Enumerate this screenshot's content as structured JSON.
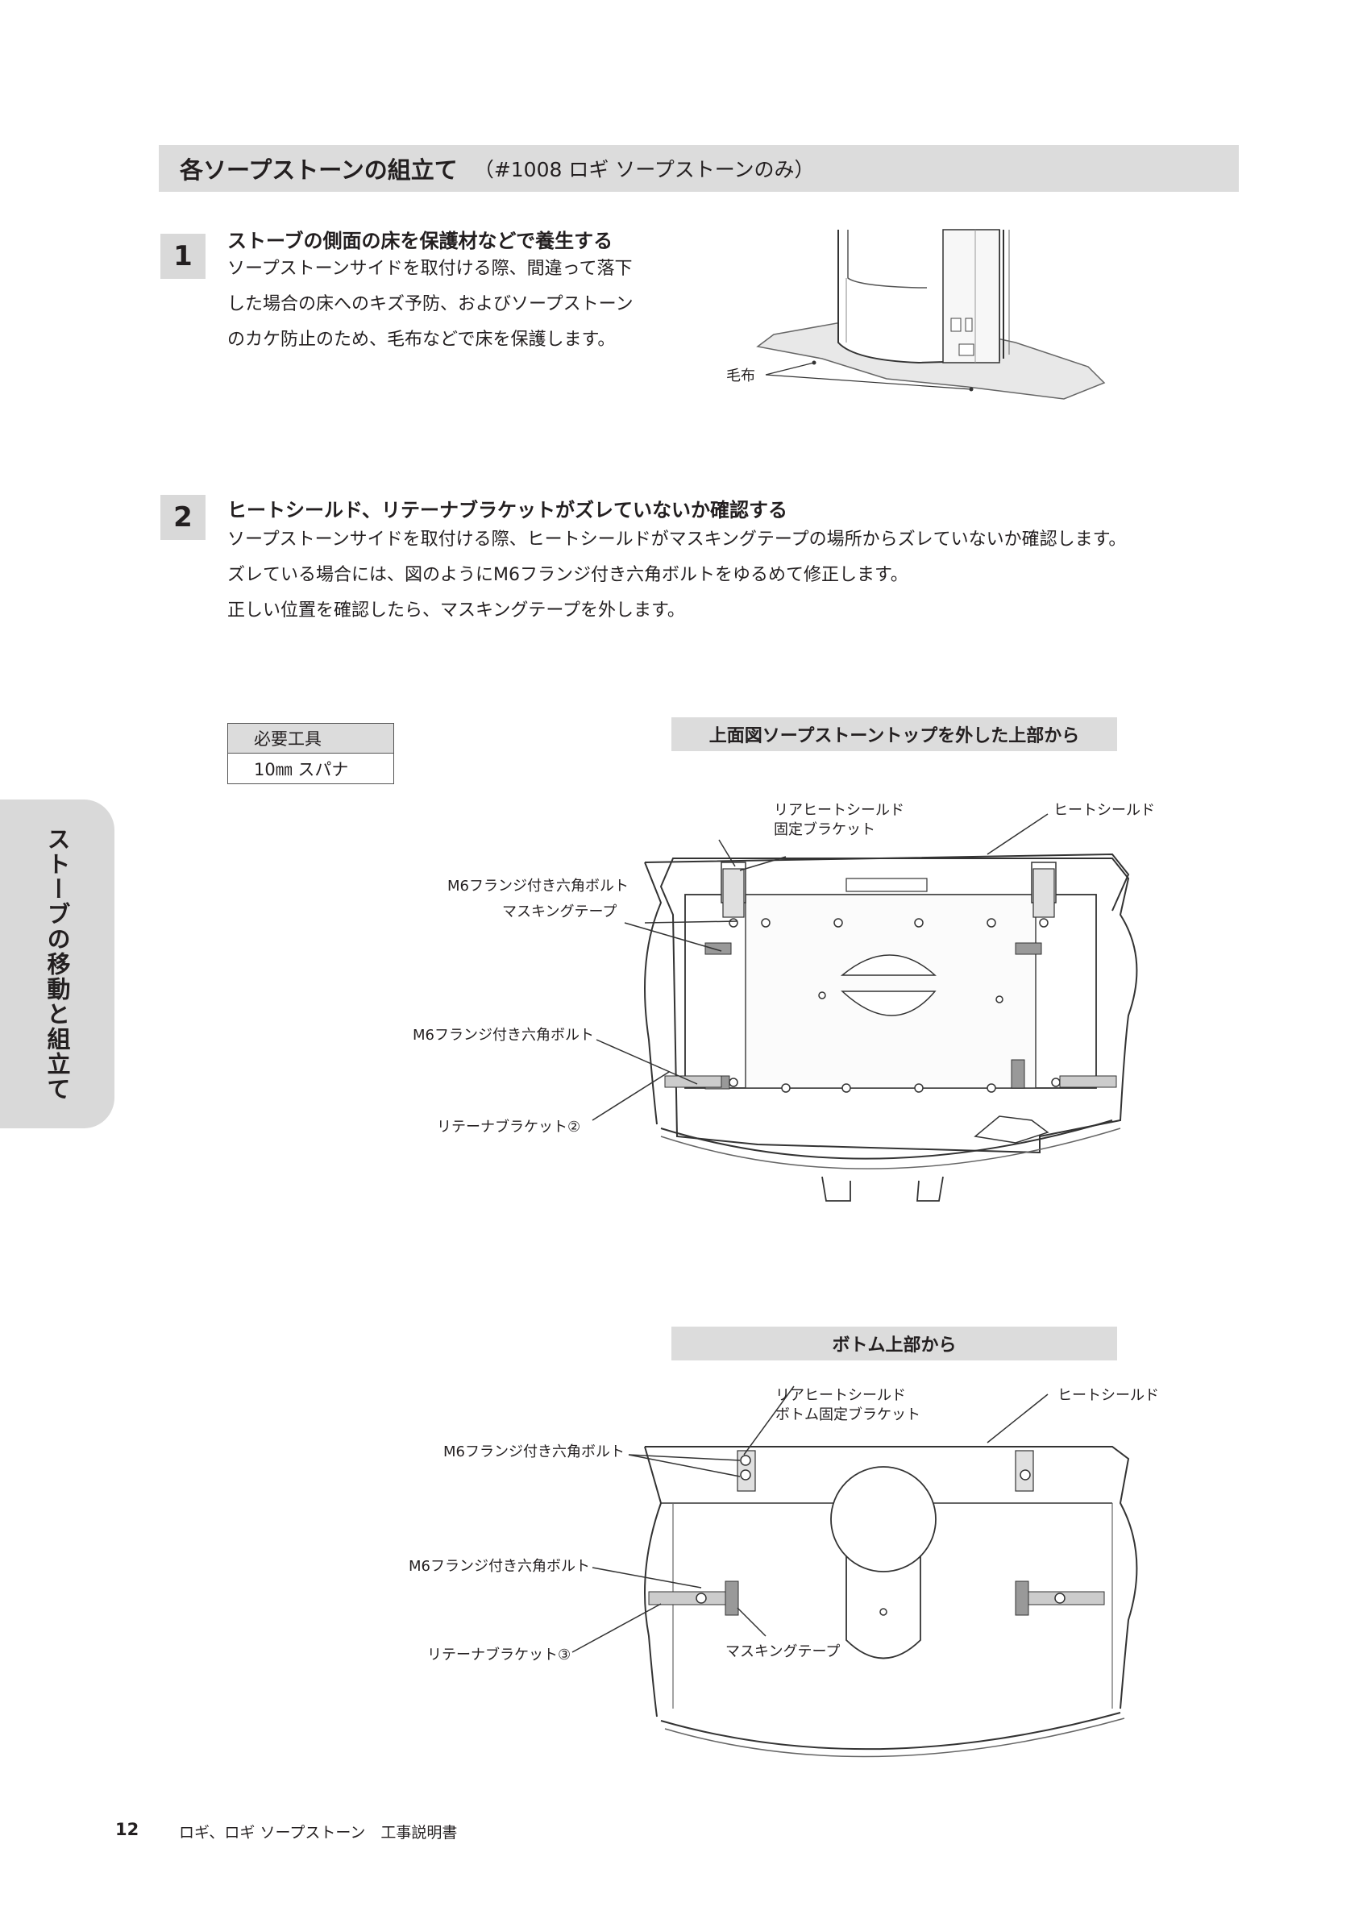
{
  "section": {
    "title": "各ソープストーンの組立て",
    "subtitle": "（#1008 ロギ ソープストーンのみ）"
  },
  "steps": [
    {
      "number": "1",
      "heading": "ストーブの側面の床を保護材などで養生する",
      "lines": [
        "ソープストーンサイドを取付ける際、間違って落下",
        "した場合の床へのキズ予防、およびソープストーン",
        "のカケ防止のため、毛布などで床を保護します。"
      ],
      "figure_label": "毛布"
    },
    {
      "number": "2",
      "heading": "ヒートシールド、リテーナブラケットがズレていないか確認する",
      "lines": [
        "ソープストーンサイドを取付ける際、ヒートシールドがマスキングテープの場所からズレていないか確認します。",
        "ズレている場合には、図のようにM6フランジ付き六角ボルトをゆるめて修正します。",
        "正しい位置を確認したら、マスキングテープを外します。"
      ]
    }
  ],
  "tools": {
    "header": "必要工具",
    "value": "10㎜ スパナ"
  },
  "views": [
    {
      "title": "上面図ソープストーントップを外した上部から",
      "labels": {
        "rear_bracket_1": "リアヒートシールド",
        "rear_bracket_2": "固定ブラケット",
        "heat_shield": "ヒートシールド",
        "bolt_upper": "M6フランジ付き六角ボルト",
        "masking": "マスキングテープ",
        "bolt_lower": "M6フランジ付き六角ボルト",
        "retainer": "リテーナブラケット②"
      }
    },
    {
      "title": "ボトム上部から",
      "labels": {
        "rear_bracket_1": "リアヒートシールド",
        "rear_bracket_2": "ボトム固定ブラケット",
        "heat_shield": "ヒートシールド",
        "bolt_upper": "M6フランジ付き六角ボルト",
        "bolt_lower": "M6フランジ付き六角ボルト",
        "retainer": "リテーナブラケット③",
        "masking": "マスキングテープ"
      }
    }
  ],
  "side_tab": "ストーブの移動と組立て",
  "footer": {
    "page": "12",
    "text": "ロギ、ロギ ソープストーン　工事説明書"
  }
}
